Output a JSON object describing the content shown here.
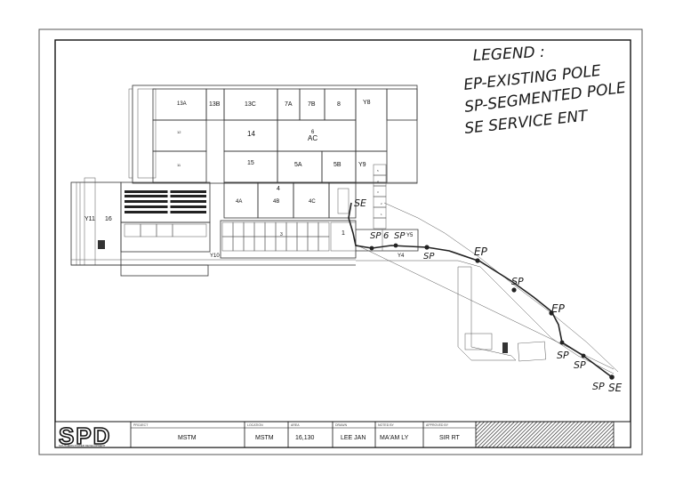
{
  "legend": {
    "title": "LEGEND :",
    "lines": [
      "EP-EXISTING POLE",
      "SP-SEGMENTED POLE",
      "SE SERVICE ENT"
    ]
  },
  "rooms": {
    "r13a": "13A",
    "r13b": "13B",
    "r13c": "13C",
    "r7a": "7A",
    "r7b": "7B",
    "r8": "8",
    "ry8": "Y8",
    "r14": "14",
    "r6ac": "6\nAC",
    "r6": "6",
    "rac": "AC",
    "r15": "15",
    "r5a": "5A",
    "r5b": "5B",
    "ry9": "Y9",
    "r4": "4",
    "r4a": "4A",
    "r4b": "4B",
    "r4c": "4C",
    "r1": "1",
    "ry11": "Y11",
    "r16": "16",
    "ry10": "Y10",
    "ry5": "Y5",
    "ry4": "Y4",
    "r11": "11",
    "r12": "12",
    "r3": "3"
  },
  "route_labels": {
    "se_top": "SE",
    "sp1": "SP",
    "sp_6": "6",
    "sp2": "SP",
    "sp3": "SP",
    "ep1": "EP",
    "sp4": "SP",
    "ep2": "EP",
    "sp5": "SP",
    "sp6": "SP",
    "sp7": "SP",
    "se_end": "SE"
  },
  "titleblock": {
    "logo": "SPD",
    "logo_sub": "SOUTHERN POWER DEVELOPMENT",
    "headers": {
      "project": "PROJECT",
      "location": "LOCATION",
      "area": "AREA",
      "drawn": "DRAWN",
      "noted": "NOTED BY",
      "approved": "APPROVED BY"
    },
    "project": "MSTM",
    "location": "MSTM",
    "area": "16,130",
    "drawn": "LEE JAN",
    "noted": "MA'AM LY",
    "approved": "SIR RT"
  }
}
